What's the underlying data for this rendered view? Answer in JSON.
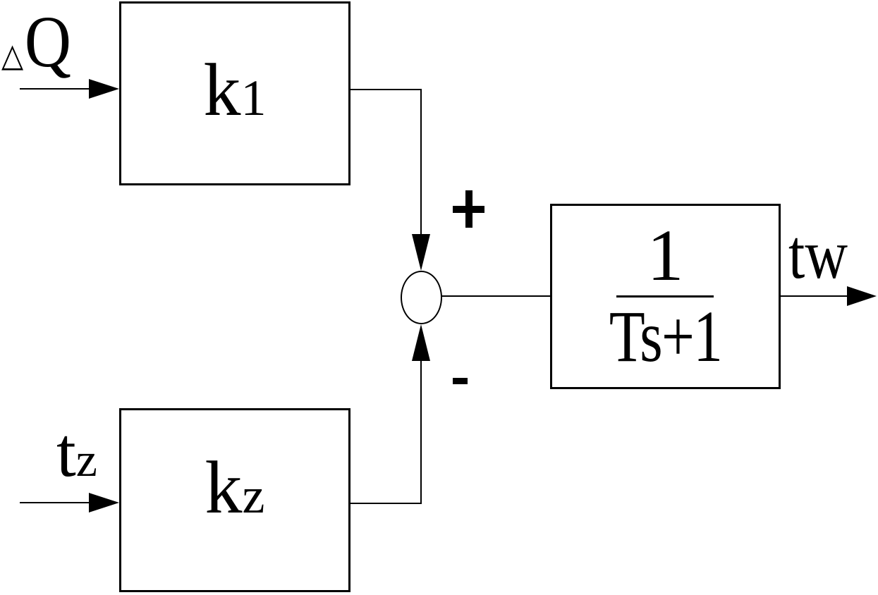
{
  "inputs": {
    "q": {
      "delta": "△",
      "base": "Q"
    },
    "tz": {
      "base": "t",
      "sub": "z"
    }
  },
  "blocks": {
    "k1": {
      "base": "k",
      "sub": "1"
    },
    "kz": {
      "base": "k",
      "sub": "z"
    },
    "transfer": {
      "numerator": "1",
      "denominator": "Ts+1"
    }
  },
  "summing_junction": {
    "plus": "+",
    "minus": "-"
  },
  "output": {
    "label": "tw"
  },
  "colors": {
    "line": "#000000",
    "background": "#ffffff"
  }
}
